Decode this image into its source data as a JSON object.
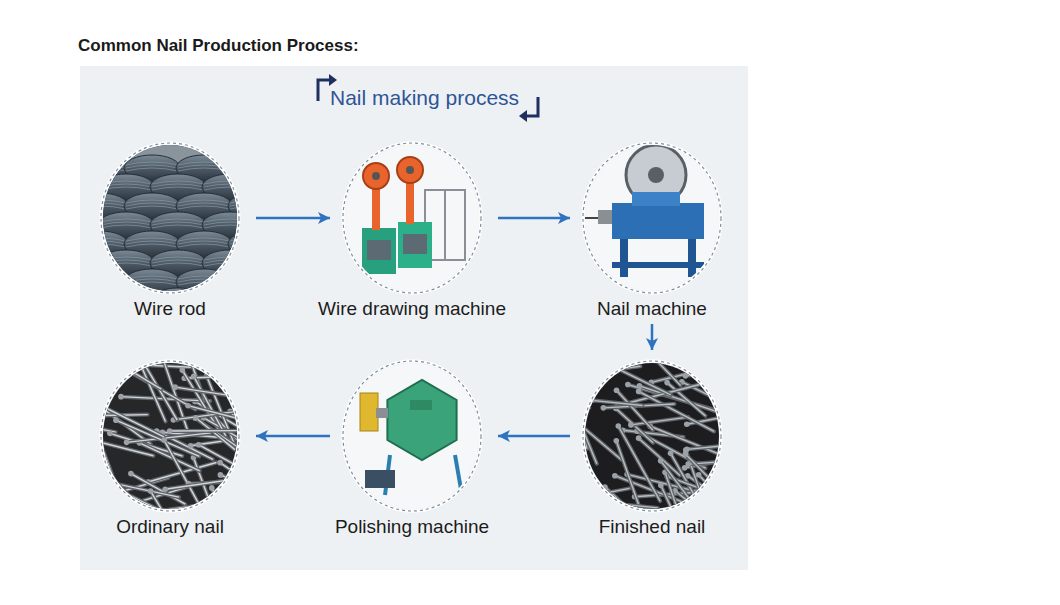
{
  "diagram": {
    "title": "Common Nail Production Process:",
    "nodes": [
      {
        "text": [
          "Wire rod"
        ]
      },
      {
        "text": [
          "Wire drawing machine"
        ]
      },
      {
        "text": [
          "Nail machine"
        ]
      },
      {
        "text": [
          "Ordinary nail"
        ]
      },
      {
        "text": [
          "Polishing machine"
        ]
      },
      {
        "text": [
          "Finished nail"
        ]
      }
    ],
    "edges": [
      {
        "from": 0,
        "to": 1,
        "arrow": "to"
      },
      {
        "from": 1,
        "to": 2,
        "arrow": "to"
      },
      {
        "from": 2,
        "to": 5,
        "arrow": "to"
      },
      {
        "from": 5,
        "to": 4,
        "arrow": "to"
      },
      {
        "from": 4,
        "to": 3,
        "arrow": "to"
      }
    ],
    "labels": [
      "Nail making process"
    ]
  }
}
